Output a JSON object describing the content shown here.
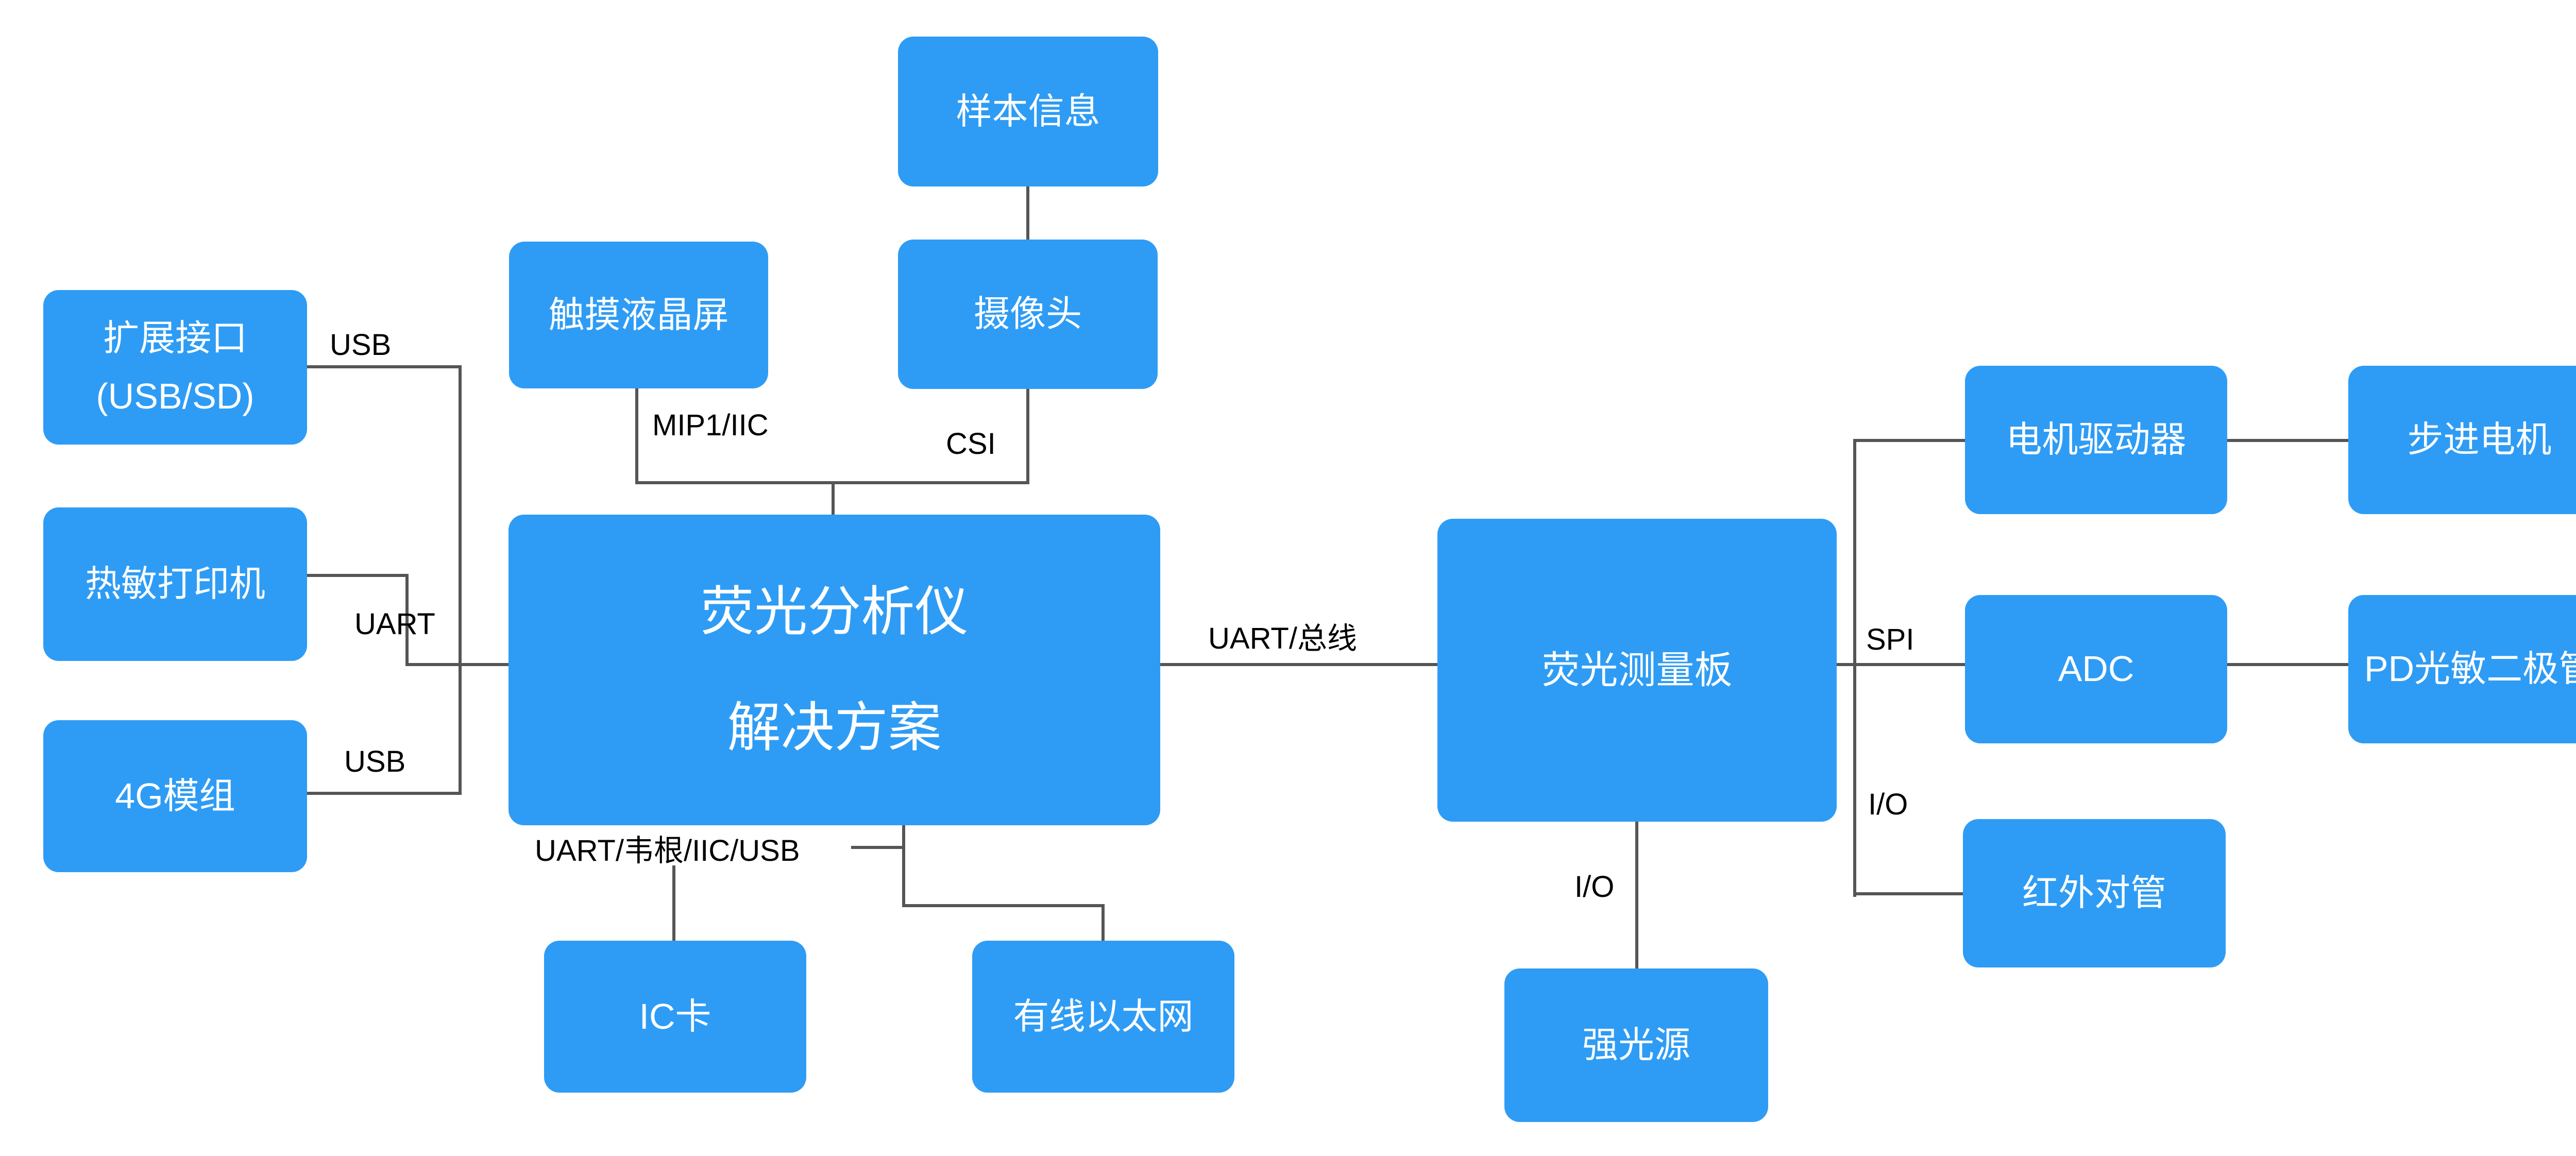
{
  "diagram": {
    "type": "block-diagram",
    "subject": "荧光分析仪解决方案"
  },
  "colors": {
    "node_fill": "#2E9CF5",
    "node_text": "#FFFFFF",
    "connector": "#555555",
    "edge_label_text": "#000000",
    "background": "#FFFFFF"
  },
  "nodes": {
    "sample": {
      "label": "样本信息"
    },
    "touchscreen": {
      "label": "触摸液晶屏"
    },
    "camera": {
      "label": "摄像头"
    },
    "expansion": {
      "label": "扩展接口",
      "label2": "(USB/SD)"
    },
    "printer": {
      "label": "热敏打印机"
    },
    "module4g": {
      "label": "4G模组"
    },
    "main": {
      "label": "荧光分析仪",
      "label2": "解决方案"
    },
    "board": {
      "label": "荧光测量板"
    },
    "motor_driver": {
      "label": "电机驱动器"
    },
    "stepper": {
      "label": "步进电机"
    },
    "adc": {
      "label": "ADC"
    },
    "pd": {
      "label": "PD光敏二极管"
    },
    "infrared": {
      "label": "红外对管"
    },
    "light": {
      "label": "强光源"
    },
    "ic_card": {
      "label": "IC卡"
    },
    "ethernet": {
      "label": "有线以太网"
    }
  },
  "edge_labels": {
    "usb_top": "USB",
    "uart_left": "UART",
    "usb_bottom": "USB",
    "mipi": "MIP1/IIC",
    "csi": "CSI",
    "uart_bus": "UART/总线",
    "uart_wiegand": "UART/韦根/IIC/USB",
    "spi": "SPI",
    "io_right": "I/O",
    "io_bottom": "I/O"
  },
  "connections": [
    {
      "from": "样本信息",
      "to": "摄像头",
      "label": ""
    },
    {
      "from": "触摸液晶屏",
      "to": "荧光分析仪解决方案",
      "label": "MIP1/IIC"
    },
    {
      "from": "摄像头",
      "to": "荧光分析仪解决方案",
      "label": "CSI"
    },
    {
      "from": "扩展接口(USB/SD)",
      "to": "荧光分析仪解决方案",
      "label": "USB"
    },
    {
      "from": "热敏打印机",
      "to": "荧光分析仪解决方案",
      "label": "UART"
    },
    {
      "from": "4G模组",
      "to": "荧光分析仪解决方案",
      "label": "USB"
    },
    {
      "from": "荧光分析仪解决方案",
      "to": "荧光测量板",
      "label": "UART/总线"
    },
    {
      "from": "荧光分析仪解决方案",
      "to": "IC卡",
      "label": "UART/韦根/IIC/USB"
    },
    {
      "from": "荧光分析仪解决方案",
      "to": "有线以太网",
      "label": "UART/韦根/IIC/USB"
    },
    {
      "from": "荧光测量板",
      "to": "电机驱动器",
      "label": "SPI"
    },
    {
      "from": "荧光测量板",
      "to": "ADC",
      "label": "SPI"
    },
    {
      "from": "荧光测量板",
      "to": "红外对管",
      "label": "I/O"
    },
    {
      "from": "荧光测量板",
      "to": "强光源",
      "label": "I/O"
    },
    {
      "from": "电机驱动器",
      "to": "步进电机",
      "label": ""
    },
    {
      "from": "ADC",
      "to": "PD光敏二极管",
      "label": ""
    }
  ]
}
